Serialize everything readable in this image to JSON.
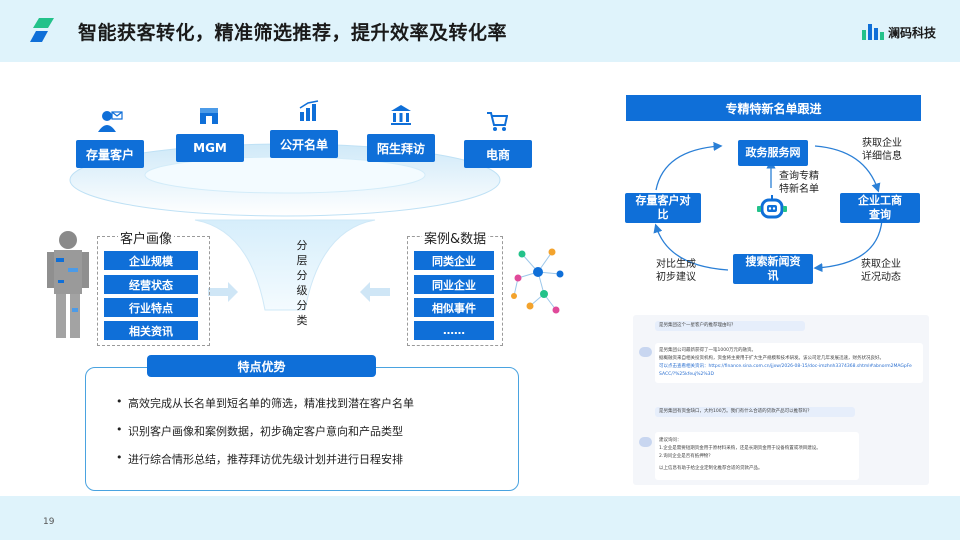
{
  "header": {
    "title": "智能获客转化，精准筛选推荐，提升效率及转化率",
    "brand": "澜码科技"
  },
  "sources": [
    {
      "label": "存量客户",
      "icon": "user-mail-icon"
    },
    {
      "label": "MGM",
      "icon": "storefront-icon"
    },
    {
      "label": "公开名单",
      "icon": "bar-chart-icon"
    },
    {
      "label": "陌生拜访",
      "icon": "bank-icon"
    },
    {
      "label": "电商",
      "icon": "cart-icon"
    }
  ],
  "left_panel": {
    "title": "客户画像",
    "items": [
      "企业规模",
      "经营状态",
      "行业特点",
      "相关资讯"
    ]
  },
  "right_panel": {
    "title": "案例&数据",
    "items": [
      "同类企业",
      "同业企业",
      "相似事件",
      "……"
    ]
  },
  "funnel": {
    "label": "分层分级分类"
  },
  "advantages": {
    "title": "特点优势",
    "items": [
      "高效完成从长名单到短名单的筛选，精准找到潜在客户名单",
      "识别客户画像和案例数据，初步确定客户意向和产品类型",
      "进行综合情形总结，推荐拜访优先级计划并进行日程安排"
    ]
  },
  "followup": {
    "title": "专精特新名单跟进",
    "nodes": {
      "top": "政务服务网",
      "right": "企业工商查询",
      "bottom": "搜索新闻资讯",
      "left": "存量客户对比"
    },
    "captions": {
      "top_right": "获取企业详细信息",
      "bottom_right": "获取企业近况动态",
      "bottom_left": "对比生成初步建议",
      "center": "查询专精特新名单"
    }
  },
  "chat": {
    "q1": "是另集团这个一星客户的推荐理由吗？",
    "a1_lines": [
      "是另集团公司最新获得了一笔1000万元的融资。",
      "据概融资来自相关投资机构，资金将主要用于扩大生产规模和技术研发。该公司近几年发展迅速，财务状况良好。",
      "可以点击查看相关资讯：https://finance.sina.com.cn/jjxw/2026-08-15/doc-imzhnh3374368.shtml#abnorm2MAGpFe",
      "SACC/?%25kfeuj%2%3D"
    ],
    "q2": "是另集团有资金缺口，大约100万。我们有什么合适的贷款产品可以推荐吗？",
    "a2_lines": [
      "建议询问：",
      "1.企业是需要短期资金用于原材料采购，还是长期资金用于设备购置或项目建设。",
      "2.询问企业是否有抵押物？",
      "以上信息有助于给企业定制化推荐合适的贷款产品。"
    ]
  },
  "footer": {
    "page": "19"
  },
  "colors": {
    "primary": "#0f6fd8",
    "light_bg": "#dff3fb",
    "accent_green": "#23c28a"
  }
}
